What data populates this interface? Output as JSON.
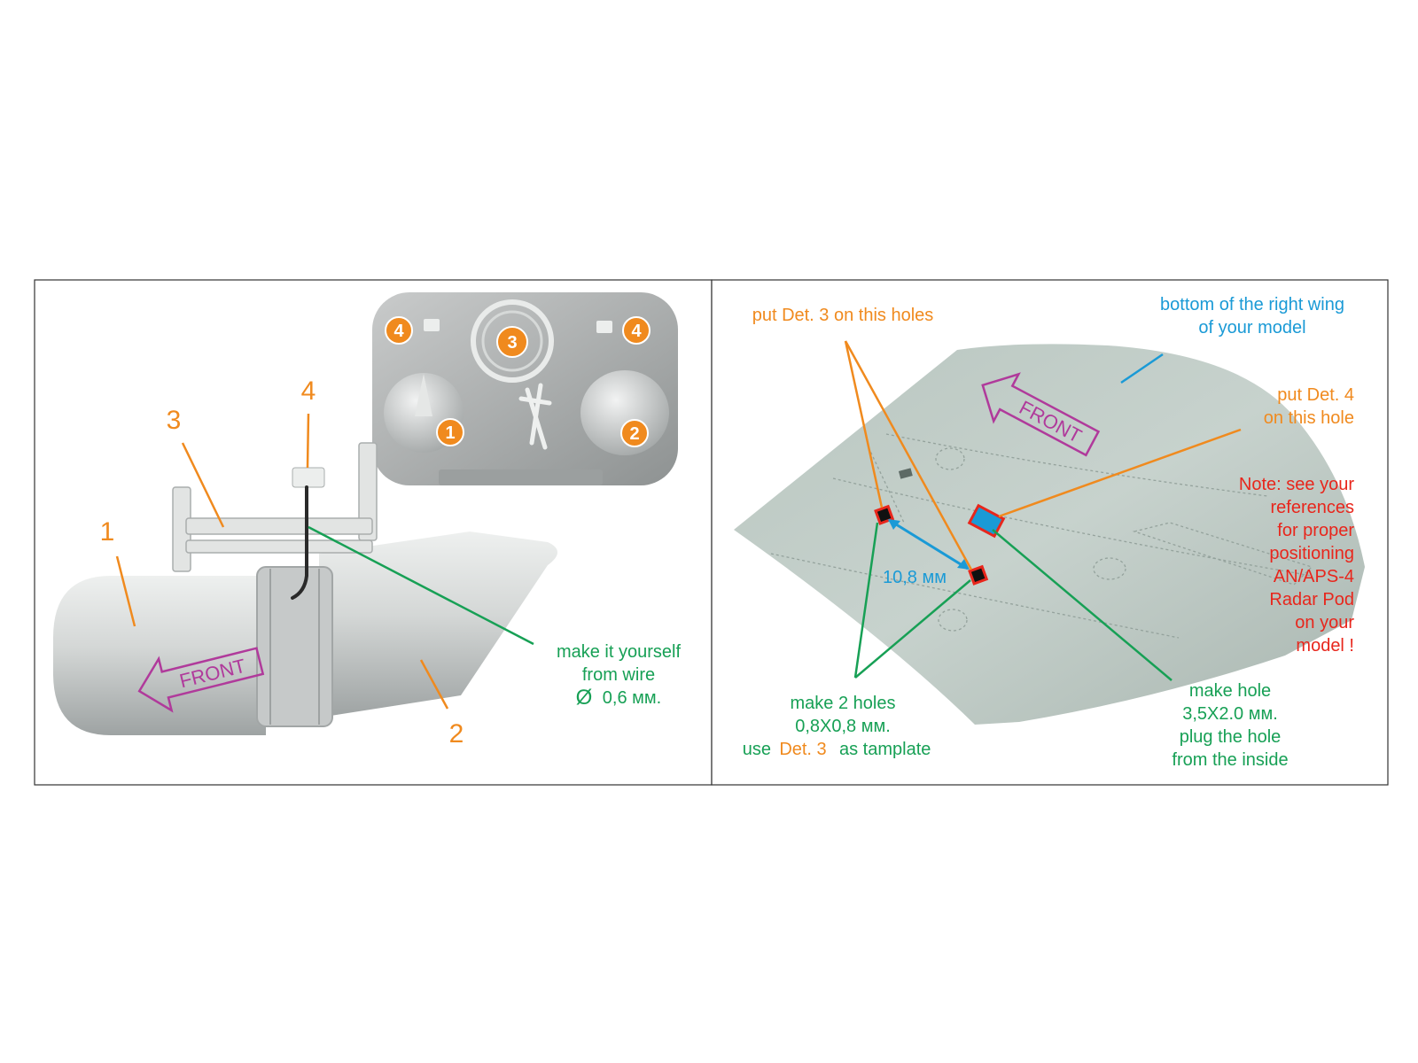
{
  "colors": {
    "orange": "#f08a1e",
    "green": "#17a055",
    "blue": "#1a9ad6",
    "red": "#e8261c",
    "magenta": "#b03a9b",
    "part_grey": "#d3d6d6",
    "wing_grey": "#b9c6c0"
  },
  "left_panel": {
    "pod_front_arrow": "FRONT",
    "callout_1": "1",
    "callout_2": "2",
    "callout_3": "3",
    "callout_4": "4",
    "sprue_badge_1": "1",
    "sprue_badge_2": "2",
    "sprue_badge_3": "3",
    "sprue_badge_4_left": "4",
    "sprue_badge_4_right": "4",
    "wire_note": {
      "line1": "make it yourself",
      "line2": "from wire",
      "diameter_symbol": "Ø",
      "line3": "0,6 мм."
    }
  },
  "right_panel": {
    "wing_front_arrow": "FRONT",
    "det3_note": "put Det. 3 on this holes",
    "wing_note": {
      "line1": "bottom of the right wing",
      "line2": "of your model"
    },
    "det4_note": {
      "line1": "put Det. 4",
      "line2": "on this hole"
    },
    "reference_note": {
      "lines": [
        "Note: see your",
        "references",
        "for proper",
        "positioning",
        "AN/APS-4",
        "Radar Pod",
        "on your",
        "model !"
      ]
    },
    "distance": "10,8 мм",
    "two_holes_note": {
      "line1": "make 2 holes",
      "line2": "0,8X0,8 мм.",
      "line3_prefix": "use",
      "line3_det": "Det. 3",
      "line3_suffix": "as tamplate"
    },
    "hole_note": {
      "line1": "make hole",
      "line2": "3,5X2.0 мм.",
      "line3": "plug the hole",
      "line4": "from the inside"
    }
  }
}
